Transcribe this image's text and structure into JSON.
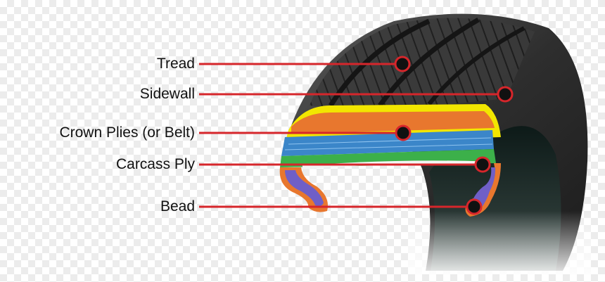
{
  "labels": [
    {
      "id": "tread",
      "text": "Tread"
    },
    {
      "id": "sidewall",
      "text": "Sidewall"
    },
    {
      "id": "crown",
      "text": "Crown Plies (or Belt)"
    },
    {
      "id": "carcass",
      "text": "Carcass Ply"
    },
    {
      "id": "bead",
      "text": "Bead"
    }
  ],
  "colors": {
    "leader_line": "#d6262b",
    "marker_ring": "#d6262b",
    "marker_dot": "#111111",
    "tread_rubber": "#3a3a3a",
    "crown_layer": "#f2e600",
    "belt_orange": "#e8772e",
    "belt_blue": "#3b86c9",
    "carcass_green": "#3cb04a"
  }
}
